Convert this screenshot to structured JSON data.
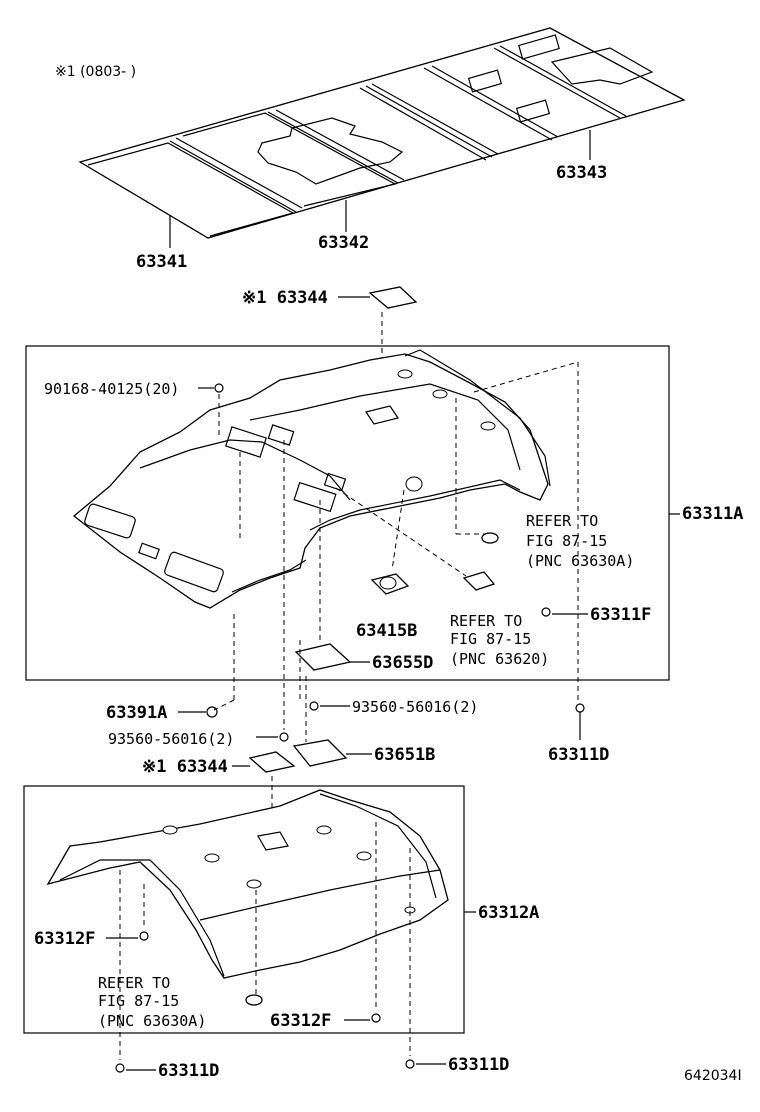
{
  "note": "※1 (0803-    )",
  "diagram_id": "642034I",
  "labels": {
    "p63341": "63341",
    "p63342": "63342",
    "p63343": "63343",
    "p63344_top": "※1 63344",
    "p63344_mid": "※1 63344",
    "p90168": "90168-40125(20)",
    "p63311A": "63311A",
    "p63311F": "63311F",
    "p63415B": "63415B",
    "p63655D": "63655D",
    "p63391A": "63391A",
    "p93560_a": "93560-56016(2)",
    "p93560_b": "93560-56016(2)",
    "p63651B": "63651B",
    "p63311D_r": "63311D",
    "p63312A": "63312A",
    "p63312F_l": "63312F",
    "p63312F_b": "63312F",
    "p63311D_bl": "63311D",
    "p63311D_br": "63311D"
  },
  "refer": {
    "r1": [
      "REFER TO",
      "FIG 87-15",
      "(PNC 63630A)"
    ],
    "r2": [
      "REFER TO",
      "FIG 87-15",
      "(PNC 63620)"
    ],
    "r3": [
      "REFER TO",
      "FIG 87-15",
      "(PNC 63630A)"
    ]
  }
}
